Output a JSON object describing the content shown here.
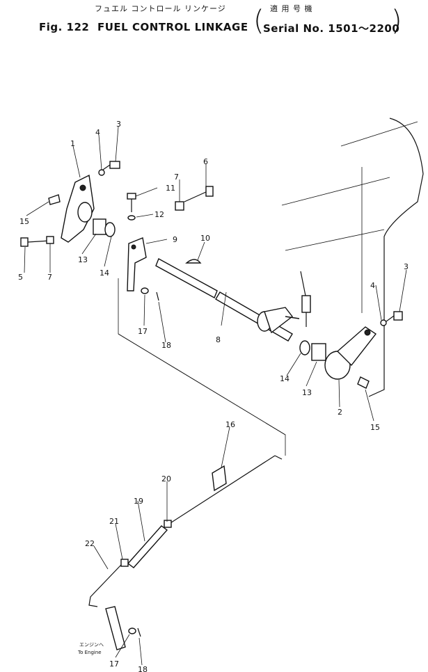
{
  "header": {
    "jp_title": "フュエル コントロール リンケージ",
    "jp_serial": "適 用 号 機",
    "fig_label": "Fig. 122",
    "title": "FUEL CONTROL LINKAGE",
    "serial": "Serial No. 1501～2200"
  },
  "callouts": {
    "c1": "1",
    "c2": "2",
    "c3a": "3",
    "c3b": "3",
    "c4a": "4",
    "c4b": "4",
    "c5": "5",
    "c6": "6",
    "c7a": "7",
    "c7b": "7",
    "c8": "8",
    "c9": "9",
    "c10": "10",
    "c11": "11",
    "c12": "12",
    "c13a": "13",
    "c13b": "13",
    "c14a": "14",
    "c14b": "14",
    "c15a": "15",
    "c15b": "15",
    "c16": "16",
    "c17a": "17",
    "c17b": "17",
    "c18a": "18",
    "c18b": "18",
    "c19": "19",
    "c20": "20",
    "c21": "21",
    "c22": "22"
  },
  "engine_note": {
    "jp": "エンジンへ",
    "en": "To Engine"
  }
}
